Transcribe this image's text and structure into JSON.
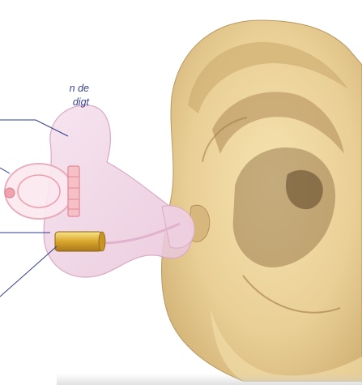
{
  "callout": {
    "line1": "n de",
    "line2": "digt"
  },
  "colors": {
    "skin_base": "#ecd39a",
    "skin_shadow": "#b8935a",
    "shell": "#f3d6e6",
    "shell_edge": "#e2b3cc",
    "component_red": "#f0a2ae",
    "battery": "#e0b43a",
    "leader_line": "#2f3a8c",
    "text": "#3a3f8f"
  },
  "icons": [
    "ear-illustration",
    "hearing-aid-shell",
    "battery-cylinder",
    "receiver-component"
  ]
}
